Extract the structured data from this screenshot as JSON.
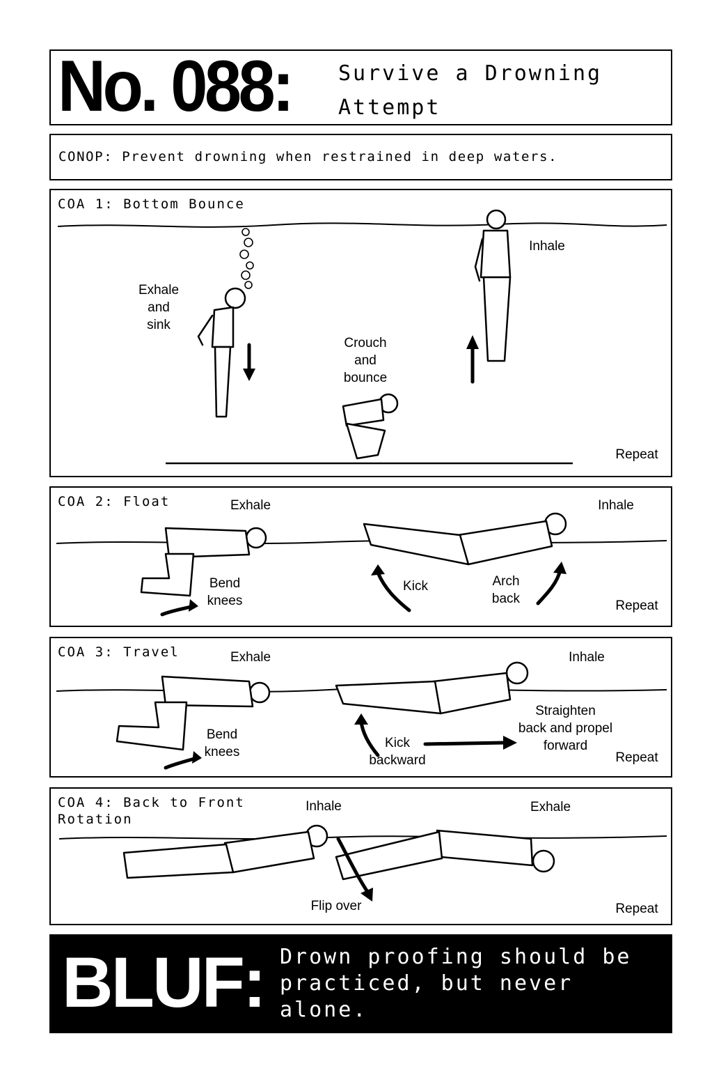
{
  "header": {
    "number": "No. 088:",
    "title": "Survive a Drowning Attempt"
  },
  "conop": "CONOP: Prevent drowning when restrained in deep waters.",
  "panels": [
    {
      "heading": "COA 1: Bottom Bounce",
      "labels": {
        "exhale": "Exhale\nand\nsink",
        "crouch": "Crouch\nand\nbounce",
        "inhale": "Inhale",
        "repeat": "Repeat"
      }
    },
    {
      "heading": "COA 2: Float",
      "labels": {
        "exhale": "Exhale",
        "inhale": "Inhale",
        "bend": "Bend\nknees",
        "kick": "Kick",
        "arch": "Arch\nback",
        "repeat": "Repeat"
      }
    },
    {
      "heading": "COA 3: Travel",
      "labels": {
        "exhale": "Exhale",
        "inhale": "Inhale",
        "bend": "Bend\nknees",
        "kick": "Kick\nbackward",
        "straighten": "Straighten\nback and propel\nforward",
        "repeat": "Repeat"
      }
    },
    {
      "heading": "COA 4: Back to Front\nRotation",
      "labels": {
        "inhale": "Inhale",
        "exhale": "Exhale",
        "flip": "Flip over",
        "repeat": "Repeat"
      }
    }
  ],
  "bluf": {
    "label": "BLUF:",
    "text": "Drown proofing should be practiced, but never alone."
  },
  "colors": {
    "ink": "#000000",
    "paper": "#ffffff"
  }
}
